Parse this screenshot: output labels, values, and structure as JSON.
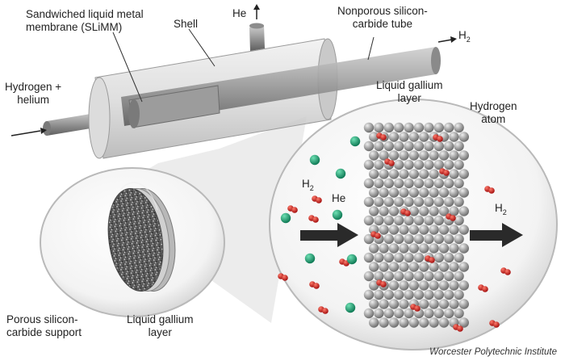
{
  "labels": {
    "slimm": "Sandwiched liquid metal\nmembrane (SLiMM)",
    "shell": "Shell",
    "he_out": "He",
    "tube": "Nonporous silicon-\ncarbide tube",
    "h2_out_top": "H",
    "feed": "Hydrogen +\nhelium",
    "gallium_layer": "Liquid gallium\nlayer",
    "hydrogen_atom": "Hydrogen\natom",
    "h2_left": "H",
    "he_left": "He",
    "h2_right": "H",
    "porous_support": "Porous silicon-\ncarbide support",
    "gallium_layer_disc": "Liquid gallium\nlayer",
    "subscript_2": "2"
  },
  "credit": "Worcester Polytechnic Institute",
  "colors": {
    "helium": "#1f9d74",
    "hydrogen": "#c42020",
    "gallium": "#9a9a9a",
    "tube": "#8e8e8e",
    "arrow": "#2a2a2a"
  }
}
